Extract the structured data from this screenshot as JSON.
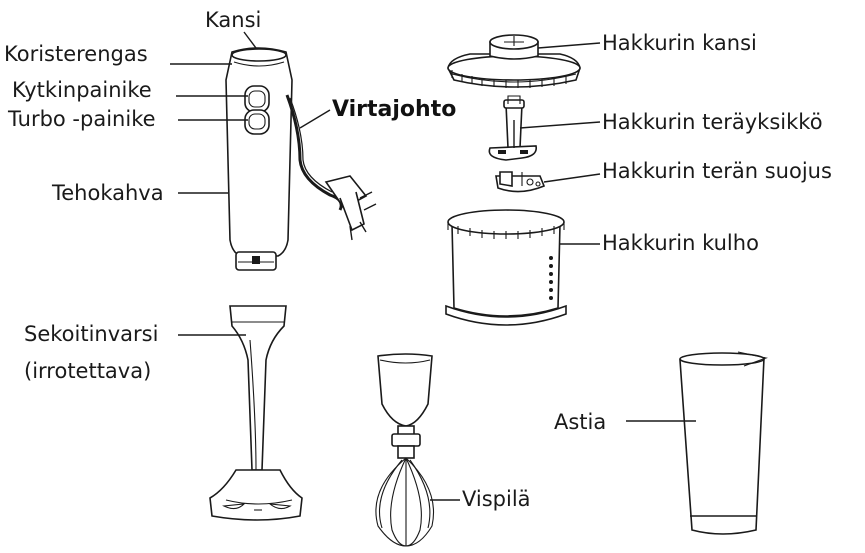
{
  "labels": {
    "kansi": "Kansi",
    "koristerengas": "Koristerengas",
    "kytkinpainike": "Kytkinpainike",
    "turbo": "Turbo -painike",
    "virtajohto": "Virtajohto",
    "tehokahva": "Tehokahva",
    "hakkurin_kansi": "Hakkurin kansi",
    "hakkurin_terayksikko": "Hakkurin teräyksikkö",
    "hakkurin_teran_suojus": "Hakkurin terän suojus",
    "hakkurin_kulho": "Hakkurin kulho",
    "sekoitinvarsi_1": "Sekoitinvarsi",
    "sekoitinvarsi_2": "(irrotettava)",
    "astia": "Astia",
    "vispila": "Vispilä"
  }
}
